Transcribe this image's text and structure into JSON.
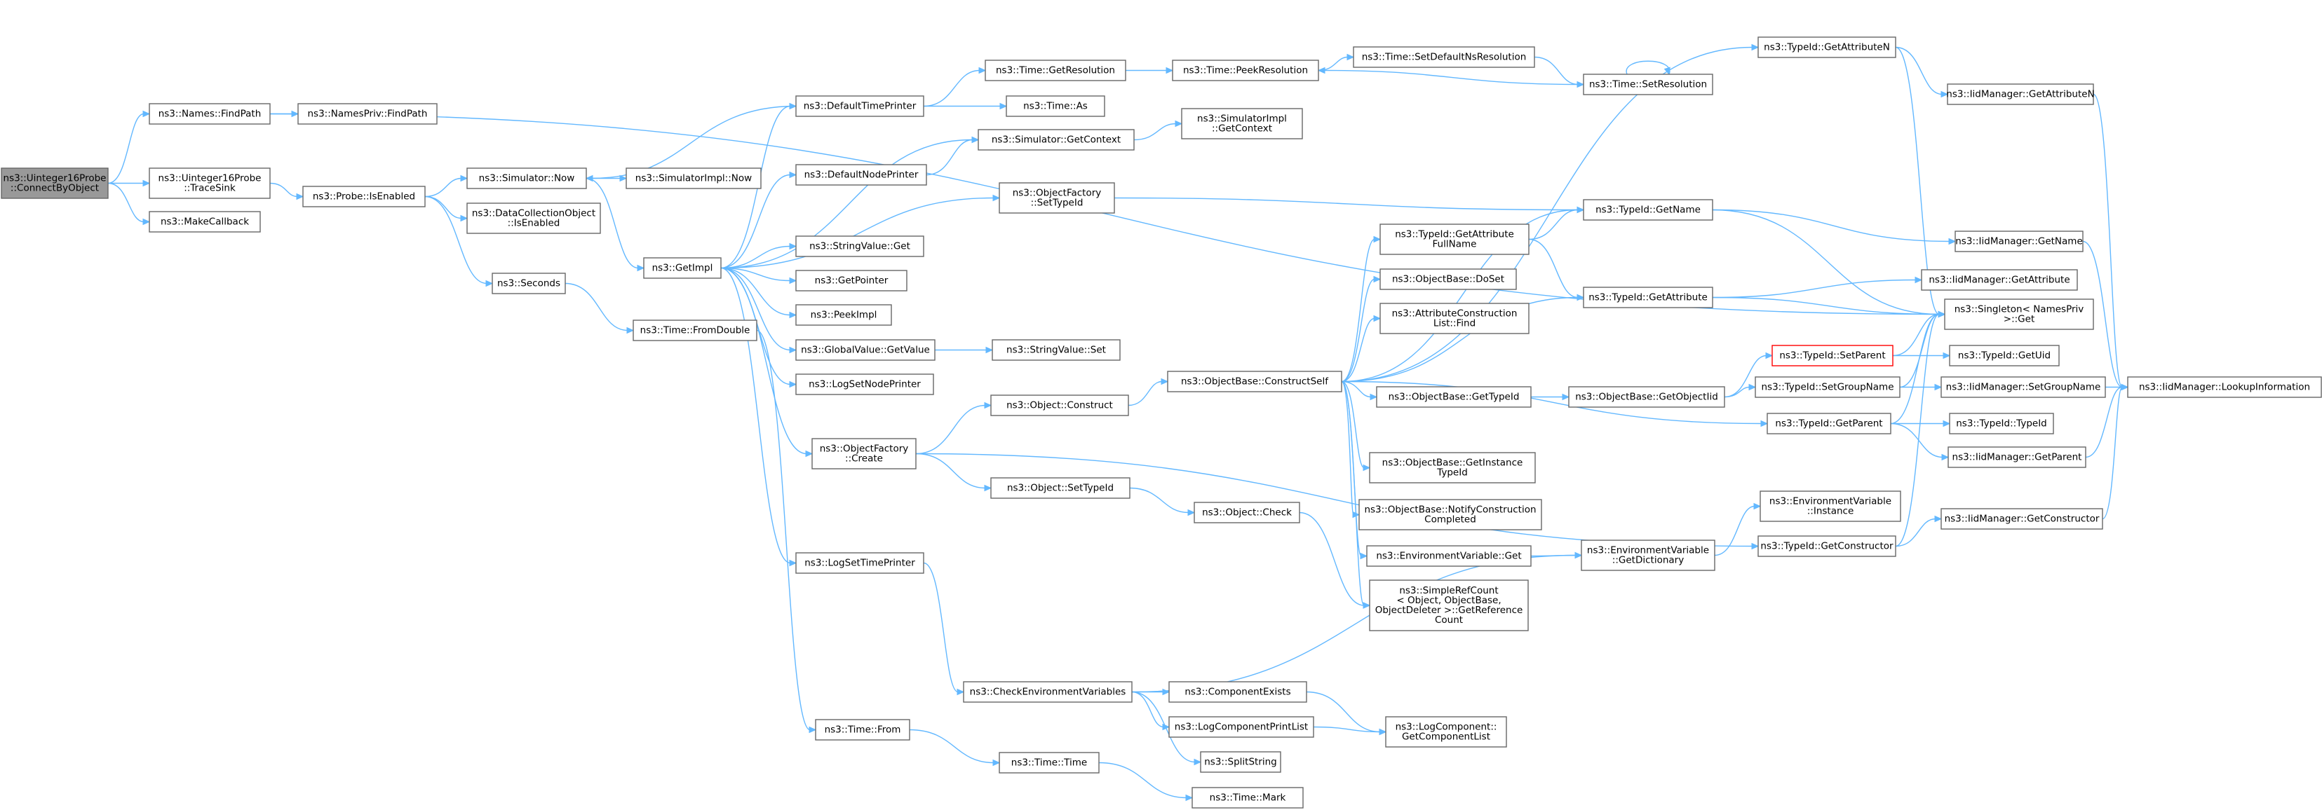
{
  "colors": {
    "edge": "#63b8ff",
    "node_border": "#666666",
    "root_fill": "#999999",
    "highlight_border": "#ff0000"
  },
  "nodes": [
    {
      "id": "n0",
      "lines": [
        "ns3::Uinteger16Probe",
        "::ConnectByObject"
      ],
      "root": true
    },
    {
      "id": "n1",
      "lines": [
        "ns3::Names::FindPath"
      ]
    },
    {
      "id": "n2",
      "lines": [
        "ns3::NamesPriv::FindPath"
      ]
    },
    {
      "id": "n3",
      "lines": [
        "ns3::Uinteger16Probe",
        "::TraceSink"
      ]
    },
    {
      "id": "n4",
      "lines": [
        "ns3::MakeCallback"
      ]
    },
    {
      "id": "n5",
      "lines": [
        "ns3::Probe::IsEnabled"
      ]
    },
    {
      "id": "n6",
      "lines": [
        "ns3::Simulator::Now"
      ]
    },
    {
      "id": "n7",
      "lines": [
        "ns3::DataCollectionObject",
        "::IsEnabled"
      ]
    },
    {
      "id": "n8",
      "lines": [
        "ns3::Seconds"
      ]
    },
    {
      "id": "n9",
      "lines": [
        "ns3::SimulatorImpl::Now"
      ]
    },
    {
      "id": "n10",
      "lines": [
        "ns3::GetImpl"
      ]
    },
    {
      "id": "n11",
      "lines": [
        "ns3::Time::FromDouble"
      ]
    },
    {
      "id": "n12",
      "lines": [
        "ns3::DefaultTimePrinter"
      ]
    },
    {
      "id": "n13",
      "lines": [
        "ns3::DefaultNodePrinter"
      ]
    },
    {
      "id": "n14",
      "lines": [
        "ns3::StringValue::Get"
      ]
    },
    {
      "id": "n15",
      "lines": [
        "ns3::GetPointer"
      ]
    },
    {
      "id": "n16",
      "lines": [
        "ns3::PeekImpl"
      ]
    },
    {
      "id": "n17",
      "lines": [
        "ns3::GlobalValue::GetValue"
      ]
    },
    {
      "id": "n18",
      "lines": [
        "ns3::LogSetNodePrinter"
      ]
    },
    {
      "id": "n19",
      "lines": [
        "ns3::ObjectFactory",
        "::Create"
      ]
    },
    {
      "id": "n20",
      "lines": [
        "ns3::LogSetTimePrinter"
      ]
    },
    {
      "id": "n21",
      "lines": [
        "ns3::Time::From"
      ]
    },
    {
      "id": "n22",
      "lines": [
        "ns3::Time::GetResolution"
      ]
    },
    {
      "id": "n23",
      "lines": [
        "ns3::Time::As"
      ]
    },
    {
      "id": "n24",
      "lines": [
        "ns3::Simulator::GetContext"
      ]
    },
    {
      "id": "n25",
      "lines": [
        "ns3::ObjectFactory",
        "::SetTypeId"
      ]
    },
    {
      "id": "n26",
      "lines": [
        "ns3::StringValue::Set"
      ]
    },
    {
      "id": "n27",
      "lines": [
        "ns3::Object::Construct"
      ]
    },
    {
      "id": "n28",
      "lines": [
        "ns3::Object::SetTypeId"
      ]
    },
    {
      "id": "n29",
      "lines": [
        "ns3::Object::Check"
      ]
    },
    {
      "id": "n30",
      "lines": [
        "ns3::CheckEnvironmentVariables"
      ]
    },
    {
      "id": "n31",
      "lines": [
        "ns3::Time::Time"
      ]
    },
    {
      "id": "n32",
      "lines": [
        "ns3::Time::Mark"
      ]
    },
    {
      "id": "n33",
      "lines": [
        "ns3::Time::PeekResolution"
      ]
    },
    {
      "id": "n34",
      "lines": [
        "ns3::SimulatorImpl",
        "::GetContext"
      ]
    },
    {
      "id": "n35",
      "lines": [
        "ns3::ObjectBase::ConstructSelf"
      ]
    },
    {
      "id": "n36",
      "lines": [
        "ns3::ComponentExists"
      ]
    },
    {
      "id": "n37",
      "lines": [
        "ns3::LogComponentPrintList"
      ]
    },
    {
      "id": "n38",
      "lines": [
        "ns3::SplitString"
      ]
    },
    {
      "id": "n39",
      "lines": [
        "ns3::Time::SetDefaultNsResolution"
      ]
    },
    {
      "id": "n40",
      "lines": [
        "ns3::Time::SetResolution"
      ]
    },
    {
      "id": "n41",
      "lines": [
        "ns3::TypeId::GetName"
      ]
    },
    {
      "id": "n42",
      "lines": [
        "ns3::TypeId::GetAttribute",
        "FullName"
      ]
    },
    {
      "id": "n43",
      "lines": [
        "ns3::ObjectBase::DoSet"
      ]
    },
    {
      "id": "n44",
      "lines": [
        "ns3::AttributeConstruction",
        "List::Find"
      ]
    },
    {
      "id": "n45",
      "lines": [
        "ns3::ObjectBase::GetTypeId"
      ]
    },
    {
      "id": "n46",
      "lines": [
        "ns3::ObjectBase::GetInstance",
        "TypeId"
      ]
    },
    {
      "id": "n47",
      "lines": [
        "ns3::ObjectBase::NotifyConstruction",
        "Completed"
      ]
    },
    {
      "id": "n48",
      "lines": [
        "ns3::EnvironmentVariable::Get"
      ]
    },
    {
      "id": "n49",
      "lines": [
        "ns3::SimpleRefCount",
        "< Object, ObjectBase,",
        "ObjectDeleter >::GetReference",
        "Count"
      ]
    },
    {
      "id": "n50",
      "lines": [
        "ns3::LogComponent::",
        "GetComponentList"
      ]
    },
    {
      "id": "n51",
      "lines": [
        "ns3::TypeId::GetAttribute"
      ]
    },
    {
      "id": "n52",
      "lines": [
        "ns3::ObjectBase::GetObjectIid"
      ]
    },
    {
      "id": "n53",
      "lines": [
        "ns3::EnvironmentVariable",
        "::GetDictionary"
      ]
    },
    {
      "id": "n54",
      "lines": [
        "ns3::TypeId::GetAttributeN"
      ]
    },
    {
      "id": "n55",
      "lines": [
        "ns3::IidManager::GetAttribute"
      ]
    },
    {
      "id": "n56",
      "lines": [
        "ns3::TypeId::SetParent"
      ],
      "highlight": true
    },
    {
      "id": "n57",
      "lines": [
        "ns3::TypeId::SetGroupName"
      ]
    },
    {
      "id": "n58",
      "lines": [
        "ns3::TypeId::GetParent"
      ]
    },
    {
      "id": "n59",
      "lines": [
        "ns3::EnvironmentVariable",
        "::Instance"
      ]
    },
    {
      "id": "n60",
      "lines": [
        "ns3::TypeId::GetConstructor"
      ]
    },
    {
      "id": "n61",
      "lines": [
        "ns3::IidManager::GetAttributeN"
      ]
    },
    {
      "id": "n62",
      "lines": [
        "ns3::IidManager::GetName"
      ]
    },
    {
      "id": "n63",
      "lines": [
        "ns3::Singleton< NamesPriv",
        ">::Get"
      ]
    },
    {
      "id": "n64",
      "lines": [
        "ns3::TypeId::GetUid"
      ]
    },
    {
      "id": "n65",
      "lines": [
        "ns3::IidManager::SetGroupName"
      ]
    },
    {
      "id": "n66",
      "lines": [
        "ns3::TypeId::TypeId"
      ]
    },
    {
      "id": "n67",
      "lines": [
        "ns3::IidManager::GetParent"
      ]
    },
    {
      "id": "n68",
      "lines": [
        "ns3::IidManager::GetConstructor"
      ]
    },
    {
      "id": "n69",
      "lines": [
        "ns3::IidManager::LookupInformation"
      ]
    }
  ],
  "edges": [
    [
      "n0",
      "n1"
    ],
    [
      "n0",
      "n3"
    ],
    [
      "n0",
      "n4"
    ],
    [
      "n1",
      "n2"
    ],
    [
      "n1",
      "n63"
    ],
    [
      "n3",
      "n5"
    ],
    [
      "n5",
      "n6"
    ],
    [
      "n5",
      "n7"
    ],
    [
      "n5",
      "n8"
    ],
    [
      "n6",
      "n9"
    ],
    [
      "n6",
      "n10"
    ],
    [
      "n8",
      "n11"
    ],
    [
      "n11",
      "n21"
    ],
    [
      "n10",
      "n12"
    ],
    [
      "n10",
      "n13"
    ],
    [
      "n10",
      "n14"
    ],
    [
      "n10",
      "n15"
    ],
    [
      "n10",
      "n16"
    ],
    [
      "n10",
      "n17"
    ],
    [
      "n10",
      "n18"
    ],
    [
      "n10",
      "n19"
    ],
    [
      "n10",
      "n20"
    ],
    [
      "n10",
      "n24"
    ],
    [
      "n10",
      "n25"
    ],
    [
      "n12",
      "n22"
    ],
    [
      "n12",
      "n23"
    ],
    [
      "n12",
      "n6"
    ],
    [
      "n13",
      "n24"
    ],
    [
      "n22",
      "n33"
    ],
    [
      "n33",
      "n39"
    ],
    [
      "n39",
      "n40"
    ],
    [
      "n40",
      "n33"
    ],
    [
      "n40",
      "n40"
    ],
    [
      "n24",
      "n34"
    ],
    [
      "n25",
      "n41"
    ],
    [
      "n17",
      "n26"
    ],
    [
      "n19",
      "n27"
    ],
    [
      "n19",
      "n28"
    ],
    [
      "n19",
      "n60"
    ],
    [
      "n27",
      "n35"
    ],
    [
      "n28",
      "n29"
    ],
    [
      "n29",
      "n49"
    ],
    [
      "n20",
      "n30"
    ],
    [
      "n30",
      "n36"
    ],
    [
      "n30",
      "n37"
    ],
    [
      "n30",
      "n38"
    ],
    [
      "n30",
      "n53"
    ],
    [
      "n36",
      "n50"
    ],
    [
      "n37",
      "n50"
    ],
    [
      "n21",
      "n31"
    ],
    [
      "n31",
      "n32"
    ],
    [
      "n35",
      "n41"
    ],
    [
      "n35",
      "n42"
    ],
    [
      "n35",
      "n43"
    ],
    [
      "n35",
      "n44"
    ],
    [
      "n35",
      "n45"
    ],
    [
      "n35",
      "n46"
    ],
    [
      "n35",
      "n47"
    ],
    [
      "n35",
      "n48"
    ],
    [
      "n35",
      "n49"
    ],
    [
      "n35",
      "n51"
    ],
    [
      "n35",
      "n54"
    ],
    [
      "n35",
      "n58"
    ],
    [
      "n42",
      "n41"
    ],
    [
      "n42",
      "n51"
    ],
    [
      "n41",
      "n62"
    ],
    [
      "n41",
      "n63"
    ],
    [
      "n51",
      "n55"
    ],
    [
      "n51",
      "n63"
    ],
    [
      "n45",
      "n52"
    ],
    [
      "n52",
      "n56"
    ],
    [
      "n52",
      "n57"
    ],
    [
      "n48",
      "n53"
    ],
    [
      "n53",
      "n59"
    ],
    [
      "n54",
      "n61"
    ],
    [
      "n54",
      "n63"
    ],
    [
      "n56",
      "n64"
    ],
    [
      "n56",
      "n63"
    ],
    [
      "n57",
      "n65"
    ],
    [
      "n57",
      "n63"
    ],
    [
      "n58",
      "n66"
    ],
    [
      "n58",
      "n67"
    ],
    [
      "n58",
      "n63"
    ],
    [
      "n60",
      "n68"
    ],
    [
      "n60",
      "n63"
    ],
    [
      "n61",
      "n69"
    ],
    [
      "n62",
      "n69"
    ],
    [
      "n65",
      "n69"
    ],
    [
      "n67",
      "n69"
    ],
    [
      "n68",
      "n69"
    ]
  ]
}
